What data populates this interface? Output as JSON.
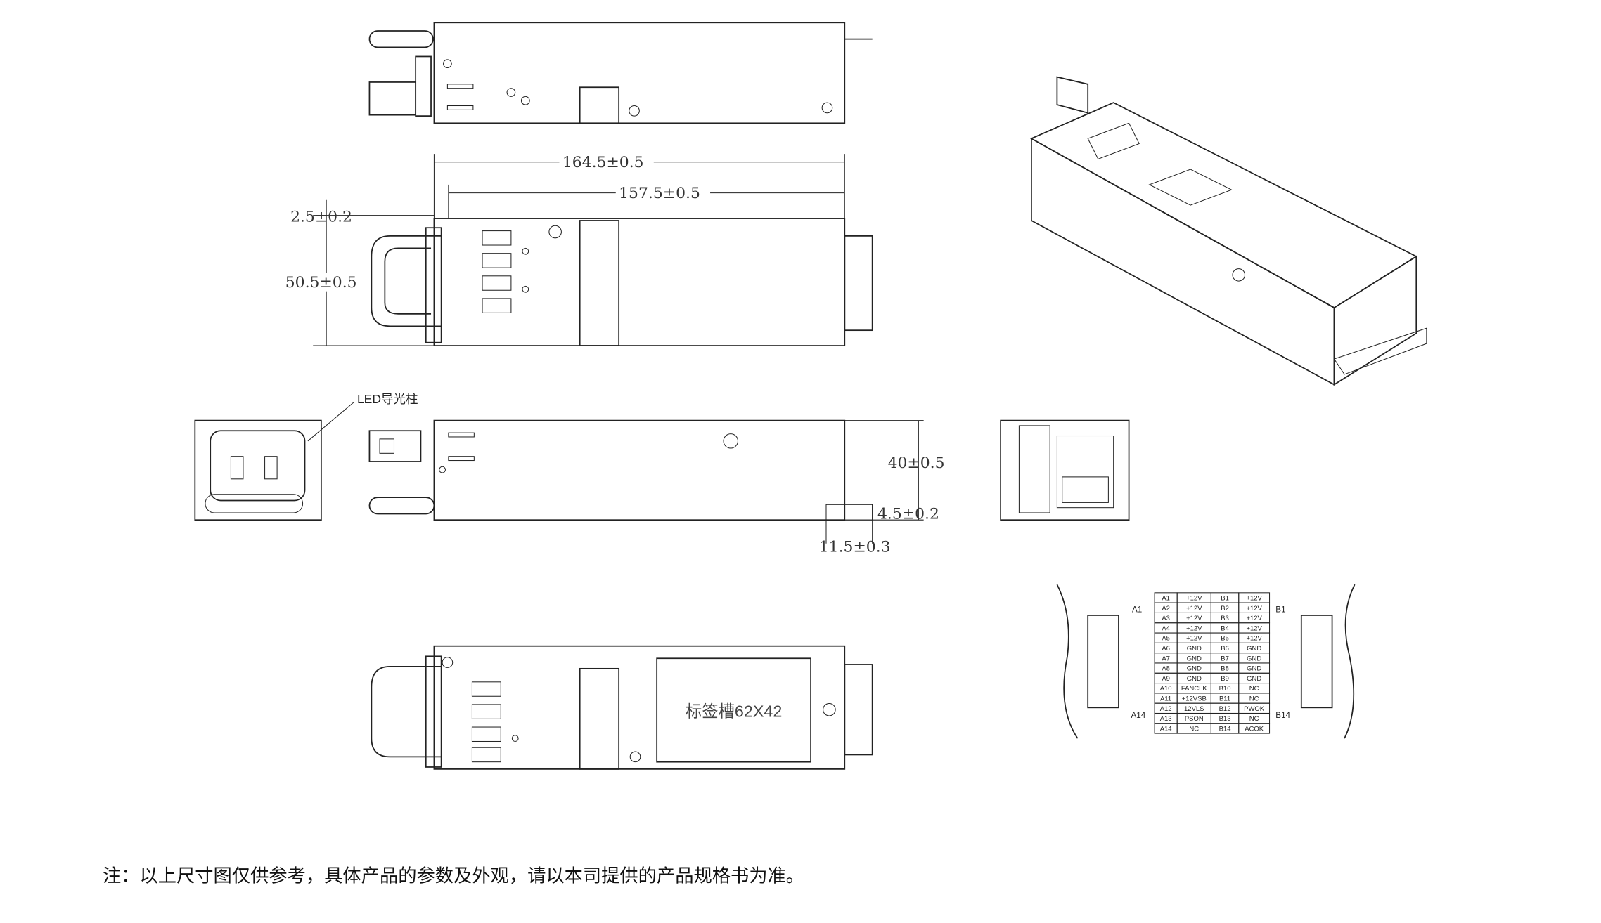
{
  "dimensions": {
    "length_overall": "164.5±0.5",
    "length_body": "157.5±0.5",
    "offset_top": "2.5±0.2",
    "height": "50.5±0.5",
    "width": "40±0.5",
    "connector_offset": "4.5±0.2",
    "connector_length": "11.5±0.3"
  },
  "callouts": {
    "led": "LED导光柱",
    "label_slot": "标签槽62X42"
  },
  "connector": {
    "left_top": "A1",
    "left_bottom": "A14",
    "right_top": "B1",
    "right_bottom": "B14",
    "pins": [
      [
        "A1",
        "+12V",
        "B1",
        "+12V"
      ],
      [
        "A2",
        "+12V",
        "B2",
        "+12V"
      ],
      [
        "A3",
        "+12V",
        "B3",
        "+12V"
      ],
      [
        "A4",
        "+12V",
        "B4",
        "+12V"
      ],
      [
        "A5",
        "+12V",
        "B5",
        "+12V"
      ],
      [
        "A6",
        "GND",
        "B6",
        "GND"
      ],
      [
        "A7",
        "GND",
        "B7",
        "GND"
      ],
      [
        "A8",
        "GND",
        "B8",
        "GND"
      ],
      [
        "A9",
        "GND",
        "B9",
        "GND"
      ],
      [
        "A10",
        "FANCLK",
        "B10",
        "NC"
      ],
      [
        "A11",
        "+12VSB",
        "B11",
        "NC"
      ],
      [
        "A12",
        "12VLS",
        "B12",
        "PWOK"
      ],
      [
        "A13",
        "PSON",
        "B13",
        "NC"
      ],
      [
        "A14",
        "NC",
        "B14",
        "ACOK"
      ]
    ]
  },
  "note": "注：以上尺寸图仅供参考，具体产品的参数及外观，请以本司提供的产品规格书为准。"
}
